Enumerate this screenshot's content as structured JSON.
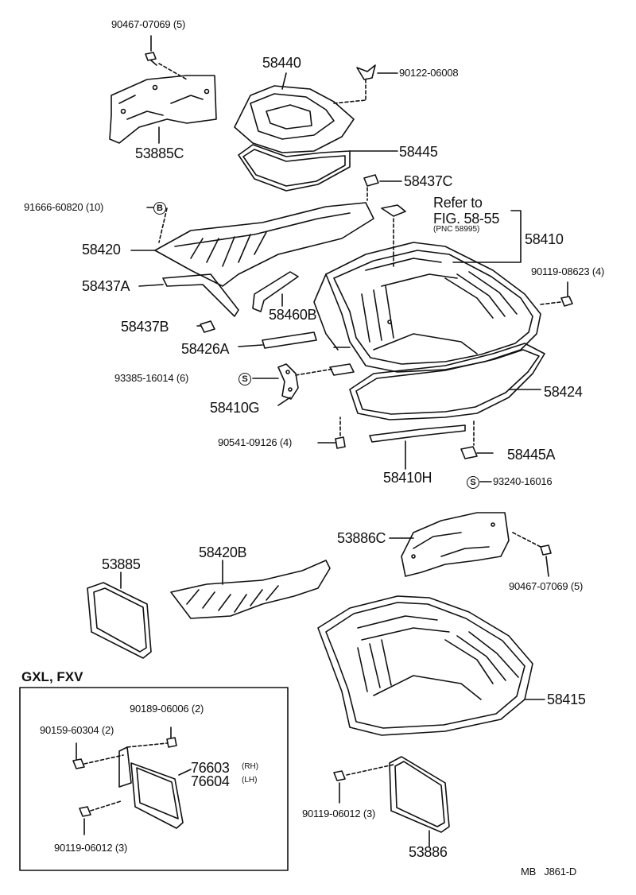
{
  "labels": {
    "p_90467_07069_top": "90467-07069 (5)",
    "p_58440": "58440",
    "p_90122_06008": "90122-06008",
    "p_53885C": "53885C",
    "p_58445": "58445",
    "p_58437C": "58437C",
    "p_refer_to": "Refer to",
    "p_fig_58_55": "FIG. 58-55",
    "p_pnc": "(PNC 58995)",
    "p_58410": "58410",
    "p_91666_60820": "91666-60820 (10)",
    "mark_B": "B",
    "p_58420": "58420",
    "p_90119_08623": "90119-08623 (4)",
    "p_58437A": "58437A",
    "p_58460B": "58460B",
    "p_58437B": "58437B",
    "p_58426A": "58426A",
    "p_93385_16014": "93385-16014 (6)",
    "mark_S1": "S",
    "p_58424": "58424",
    "p_58410G": "58410G",
    "p_90541_09126": "90541-09126 (4)",
    "p_58445A": "58445A",
    "p_58410H": "58410H",
    "mark_S2": "S",
    "p_93240_16016": "93240-16016",
    "p_53886C": "53886C",
    "p_58420B": "58420B",
    "p_53885": "53885",
    "p_90467_07069_bottom": "90467-07069 (5)",
    "p_58415": "58415",
    "inset_title": "GXL, FXV",
    "p_90189_06006": "90189-06006 (2)",
    "p_90159_60304": "90159-60304 (2)",
    "p_76603": "76603",
    "p_76603_side": "(RH)",
    "p_76604": "76604",
    "p_76604_side": "(LH)",
    "p_90119_06012_inset": "90119-06012 (3)",
    "p_90119_06012_bottom": "90119-06012 (3)",
    "p_53886": "53886",
    "ref_code": "MB   J861-D"
  }
}
